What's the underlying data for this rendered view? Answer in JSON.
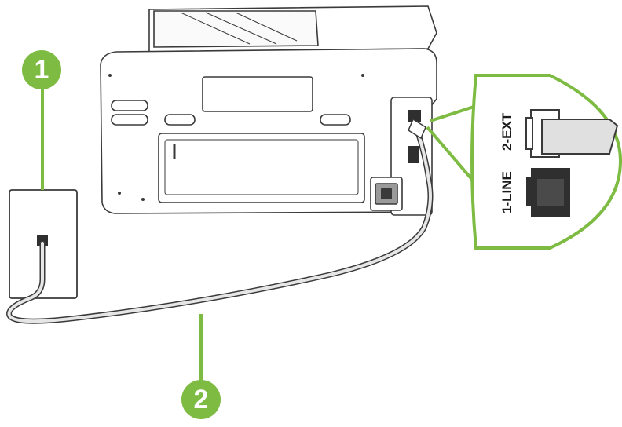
{
  "colors": {
    "callout_green": "#7dbb42",
    "leader_green": "#7dbb42",
    "outline": "#3a3a3a",
    "cable_fill": "#e6e6e6",
    "port_dark": "#2f2f2f"
  },
  "callouts": [
    {
      "number": "1",
      "refers_to": "telephone wall jack"
    },
    {
      "number": "2",
      "refers_to": "phone cord"
    }
  ],
  "ports": {
    "ext_label": "2-EXT",
    "line_label": "1-LINE"
  },
  "icons": [
    "wall-jack-icon",
    "printer-rear-icon",
    "phone-cord-icon",
    "magnified-port-panel-icon"
  ]
}
